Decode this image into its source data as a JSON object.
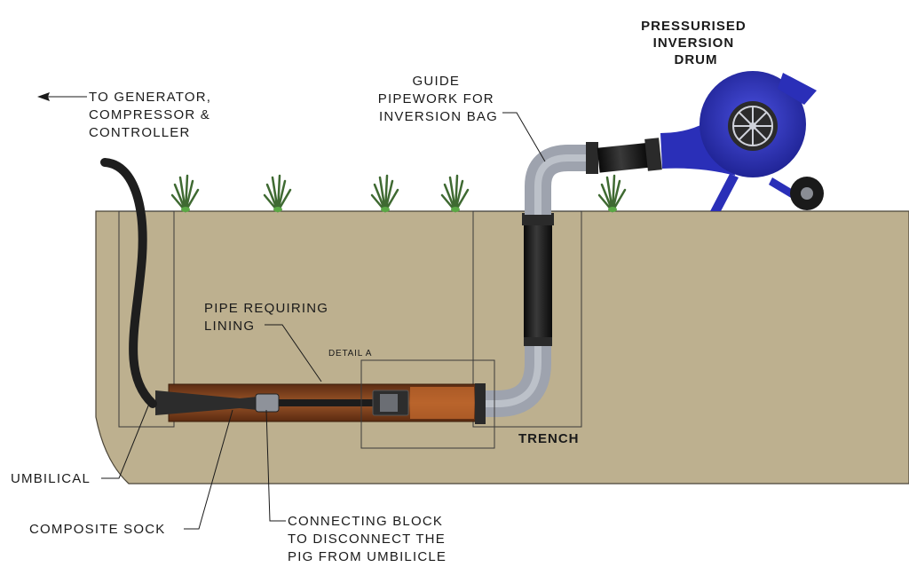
{
  "labels": {
    "to_generator": [
      "TO GENERATOR,",
      "COMPRESSOR &",
      "CONTROLLER"
    ],
    "guide_pipework": [
      "GUIDE",
      "PIPEWORK FOR",
      "INVERSION BAG"
    ],
    "drum": [
      "PRESSURISED",
      "INVERSION",
      "DRUM"
    ],
    "pipe_requiring": [
      "PIPE REQUIRING",
      "LINING"
    ],
    "detail_a": "DETAIL A",
    "trench": "TRENCH",
    "umbilical": "UMBILICAL",
    "composite_sock": "COMPOSITE SOCK",
    "connecting_block": [
      "CONNECTING BLOCK",
      "TO DISCONNECT THE",
      "PIG FROM UMBILICLE"
    ]
  },
  "colors": {
    "ground": "#bdb08f",
    "pipe_brown": "#7a3f1f",
    "guide_pipe_grey": "#9ea3ae",
    "hose_black": "#1e1e1e",
    "drum_blue": "#2a2fb8",
    "plant_green": "#5aa845"
  }
}
